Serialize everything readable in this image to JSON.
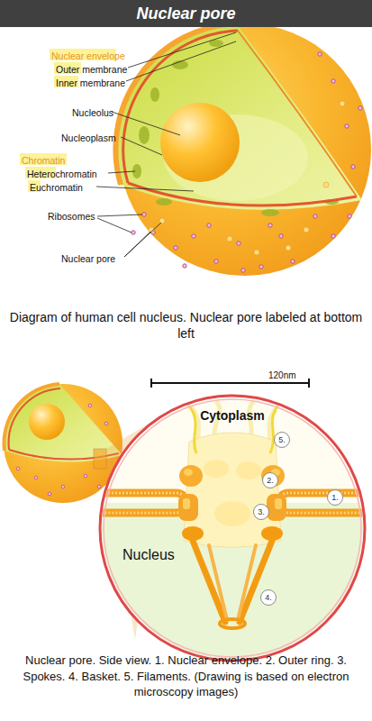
{
  "diagram": {
    "title": "Nuclear pore",
    "caption": "Nuclear pore. Side view. 1. Nuclear envelope. 2. Outer ring. 3. Spokes. 4. Basket. 5. Filaments. (Drawing is based on electron microscopy images)",
    "nodes": [
      {
        "text": [
          "Cytoplasm",
          "Nucleus"
        ]
      },
      {
        "text": [
          "5."
        ],
        "in": 0
      },
      {
        "text": [
          "2."
        ],
        "in": 0
      },
      {
        "text": [
          "1."
        ],
        "in": 0
      },
      {
        "text": [
          "3."
        ],
        "in": 0
      },
      {
        "text": [
          "4."
        ],
        "in": 0
      }
    ],
    "labels": [
      "Nuclear envelope",
      "Outer membrane",
      "Inner membrane",
      "Nucleolus",
      "Nucleoplasm",
      "Chromatin",
      "Heterochromatin",
      "Euchromatin",
      "Ribosomes",
      "Nuclear pore",
      "Diagram of human cell nucleus. Nuclear pore labeled at bottom left",
      "120nm"
    ]
  }
}
